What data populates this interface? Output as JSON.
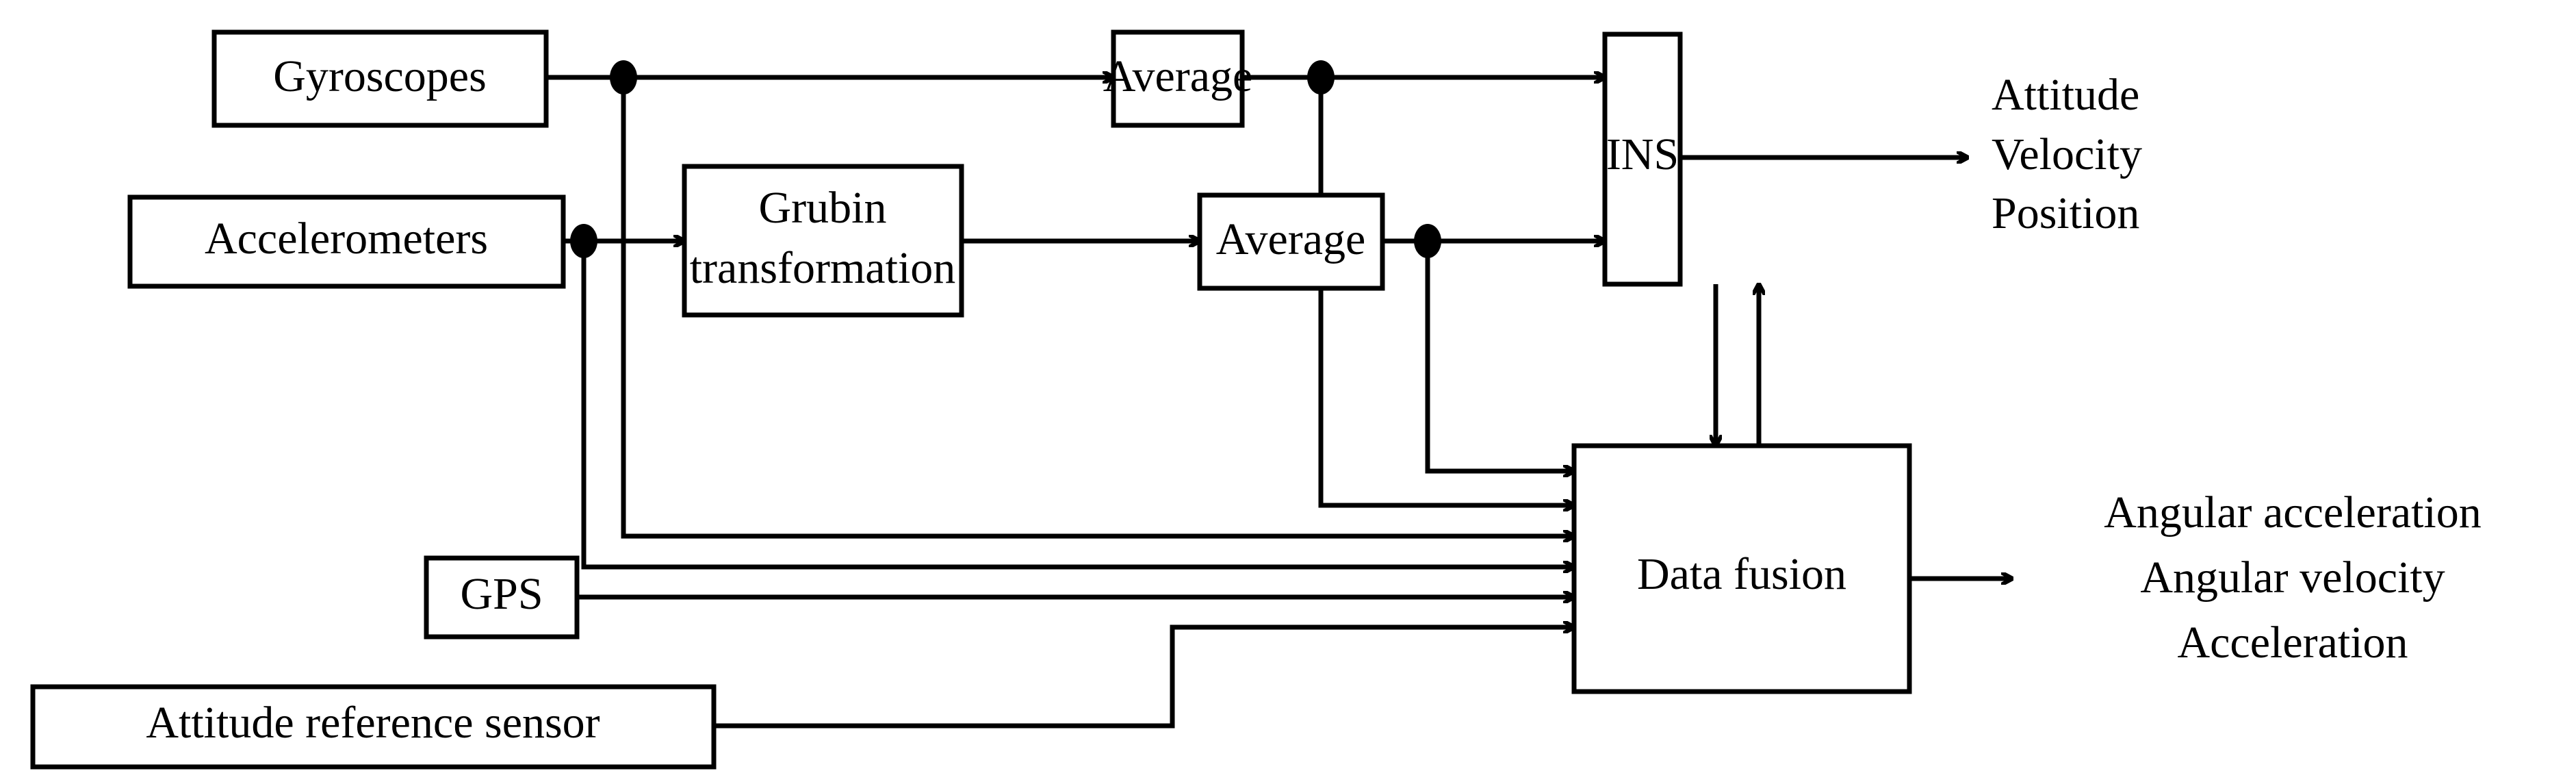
{
  "diagram": {
    "title": "Inertial navigation and data fusion block diagram",
    "stroke_color": "#000000",
    "fill_color": "#ffffff",
    "blocks": [
      {
        "id": "gyroscopes",
        "label": "Gyroscopes"
      },
      {
        "id": "accelerometers",
        "label": "Accelerometers"
      },
      {
        "id": "grubin",
        "label_line1": "Grubin",
        "label_line2": "transformation"
      },
      {
        "id": "average_top",
        "label": "Average"
      },
      {
        "id": "average_mid",
        "label": "Average"
      },
      {
        "id": "ins",
        "label": "INS"
      },
      {
        "id": "data_fusion",
        "label": "Data fusion"
      },
      {
        "id": "gps",
        "label": "GPS"
      },
      {
        "id": "attitude_ref",
        "label": "Attitude reference sensor"
      }
    ],
    "outputs": {
      "ins": {
        "line1": "Attitude",
        "line2": "Velocity",
        "line3": "Position"
      },
      "data_fusion": {
        "line1": "Angular acceleration",
        "line2": "Angular velocity",
        "line3": "Acceleration"
      }
    }
  }
}
